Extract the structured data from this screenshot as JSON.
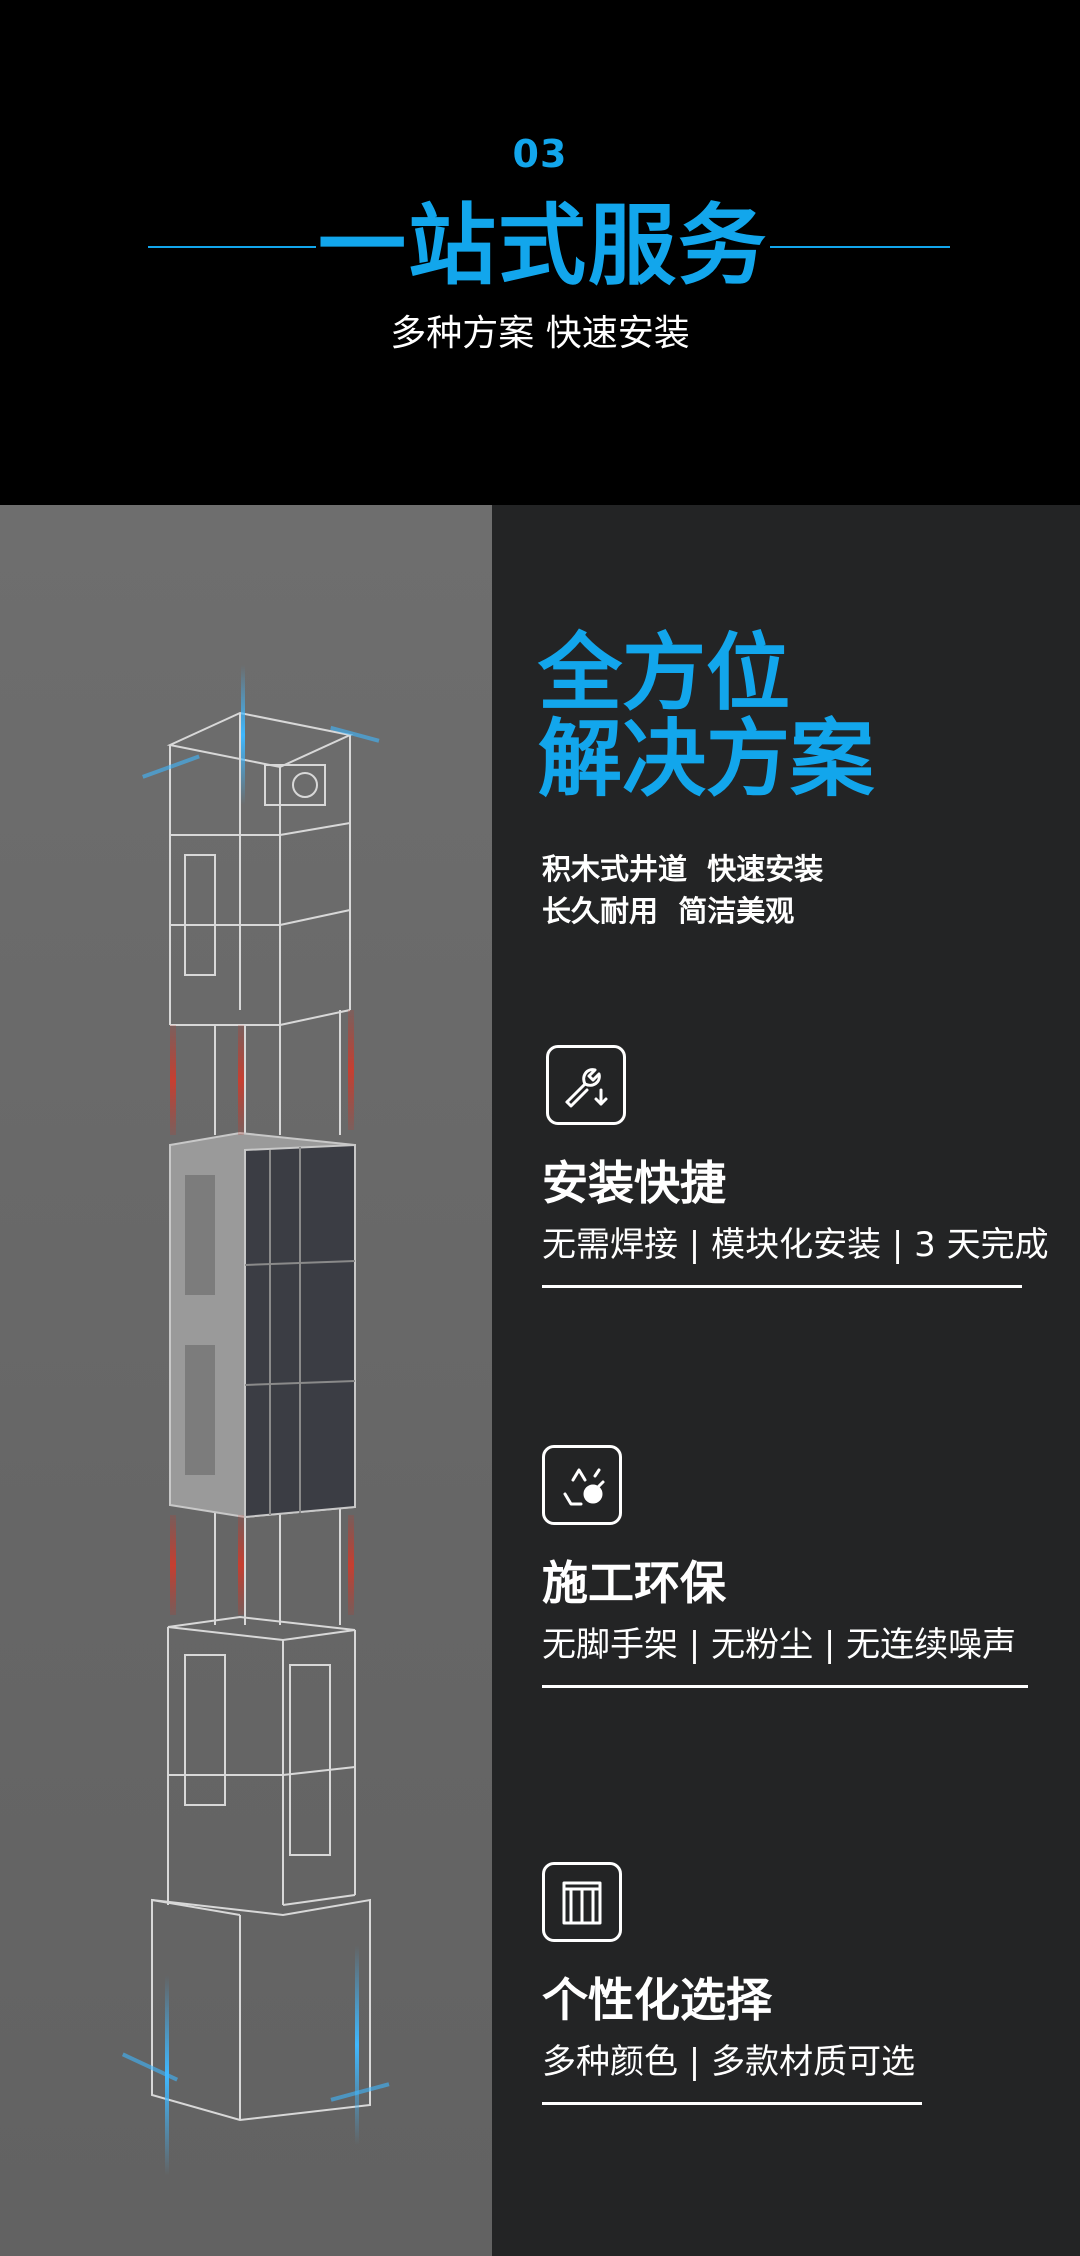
{
  "header": {
    "number": "03",
    "title": "一站式服务",
    "subtitle": "多种方案 快速安装"
  },
  "hero": {
    "title_line1": "全方位",
    "title_line2": "解决方案",
    "desc_line1": "积木式井道  快速安装",
    "desc_line2": "长久耐用  简洁美观"
  },
  "features": [
    {
      "icon": "wrench-install-icon",
      "title": "安装快捷",
      "sub": "无需焊接 | 模块化安装 | 3 天完成"
    },
    {
      "icon": "eco-recycle-icon",
      "title": "施工环保",
      "sub": "无脚手架 | 无粉尘 | 无连续噪声"
    },
    {
      "icon": "elevator-door-icon",
      "title": "个性化选择",
      "sub": "多种颜色 | 多款材质可选"
    }
  ],
  "colors": {
    "accent": "#12a6ec",
    "header_bg": "#000000",
    "left_panel_bg": "#6a6a6a",
    "right_panel_bg": "#232425"
  }
}
